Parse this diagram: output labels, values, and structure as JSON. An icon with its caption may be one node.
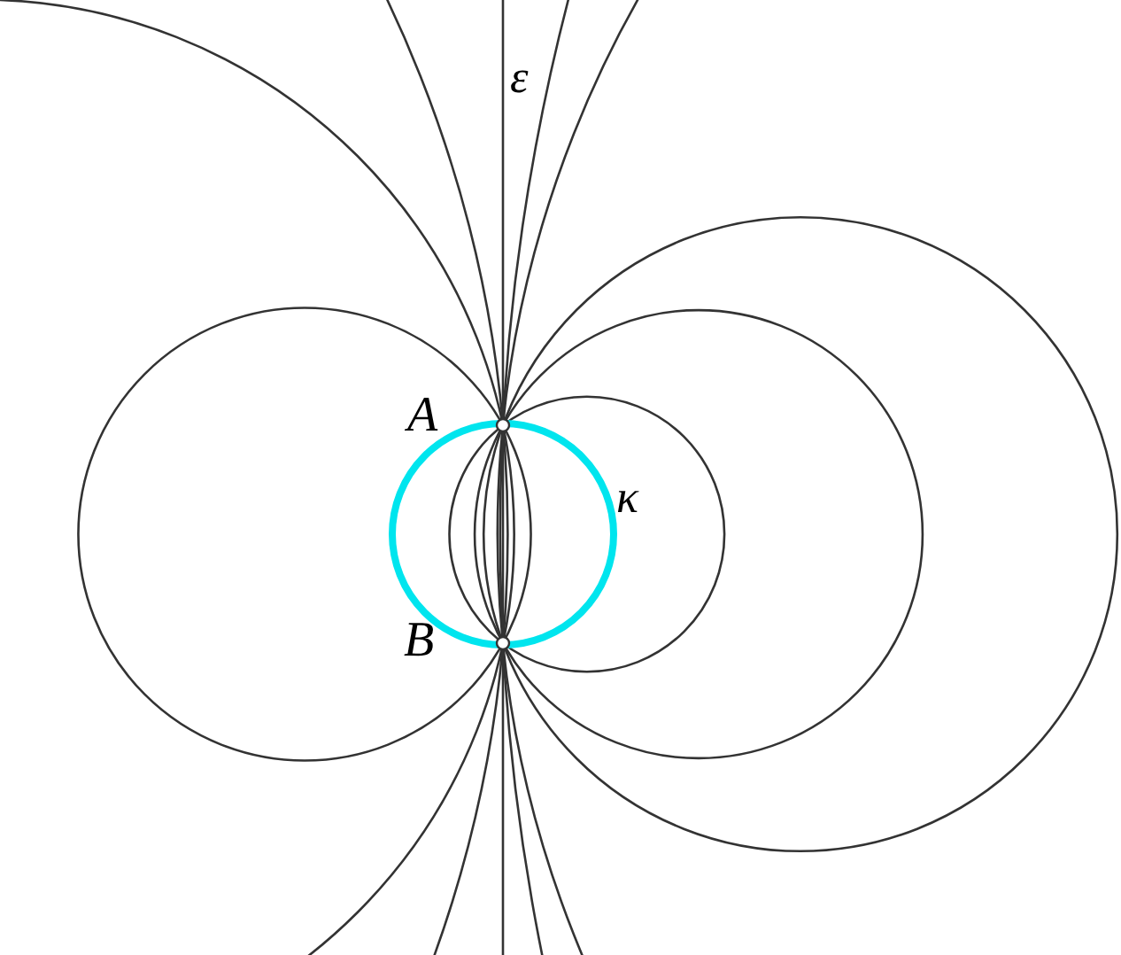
{
  "diagram": {
    "labels": [
      "ε",
      "A",
      "κ",
      "B"
    ]
  }
}
